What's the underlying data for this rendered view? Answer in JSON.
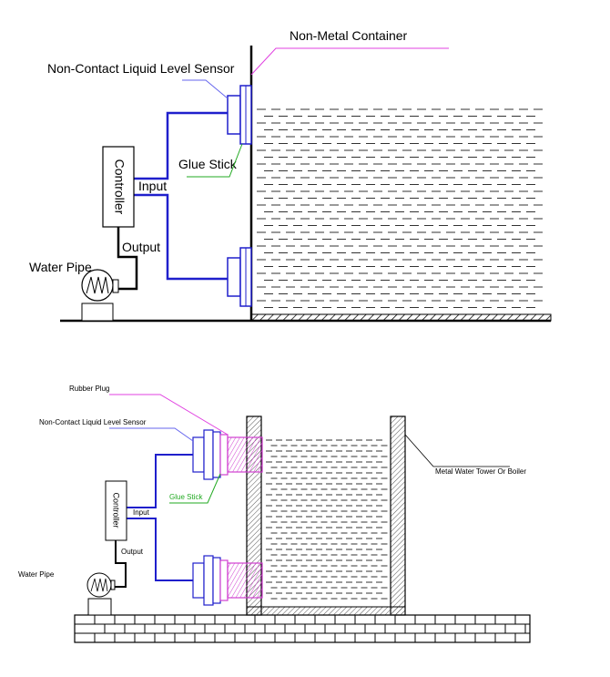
{
  "diagram_top": {
    "container_label": "Non-Metal Container",
    "sensor_label": "Non-Contact Liquid Level Sensor",
    "glue_label": "Glue Stick",
    "controller_label": "Controller",
    "input_label": "Input",
    "output_label": "Output",
    "pipe_label": "Water Pipe"
  },
  "diagram_bottom": {
    "plug_label": "Rubber Plug",
    "sensor_label": "Non-Contact Liquid Level Sensor",
    "glue_label": "Glue Stick",
    "controller_label": "Controller",
    "input_label": "Input",
    "output_label": "Output",
    "pipe_label": "Water Pipe",
    "tower_label": "Metal Water Tower Or Boiler"
  },
  "colors": {
    "wire": "#1f1fcc",
    "callout_pink": "#e040e0",
    "callout_blue": "#6666ee",
    "callout_green": "#22aa22",
    "glue_text": "#22aa22"
  }
}
